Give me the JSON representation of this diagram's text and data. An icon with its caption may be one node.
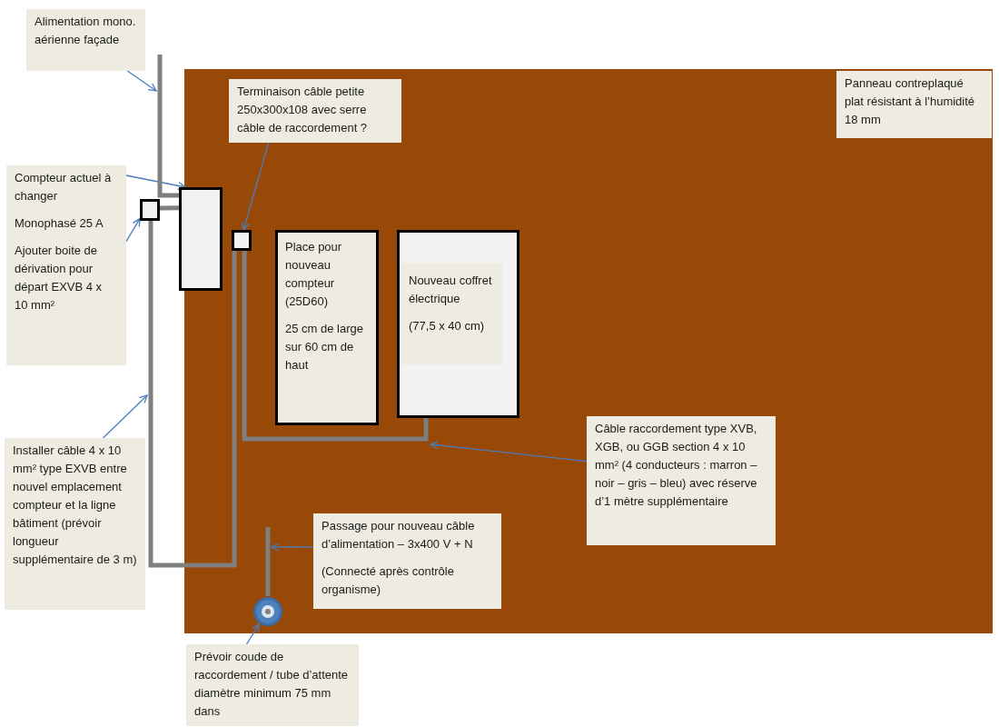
{
  "diagram": {
    "nodes": [
      {
        "text": [
          "Alimentation mono. aérienne façade"
        ]
      },
      {
        "text": [],
        "shape": "box"
      },
      {
        "text": [
          "Terminaison câble petite 250x300x108 avec serre câble de raccordement ?"
        ],
        "in": 1
      },
      {
        "text": [
          "Panneau contreplaqué plat résistant à l’humidité 18 mm"
        ],
        "in": 1
      },
      {
        "text": [
          "Compteur actuel à changer",
          "Monophasé 25 A",
          "Ajouter boite de dérivation pour départ EXVB 4 x 10 mm²"
        ]
      },
      {
        "text": [],
        "shape": "box"
      },
      {
        "text": [],
        "shape": "box"
      },
      {
        "text": [],
        "shape": "box",
        "in": 1
      },
      {
        "text": [
          "Place pour nouveau compteur (25D60)",
          "25 cm de large sur 60 cm de haut"
        ],
        "in": 1
      },
      {
        "text": [
          "Nouveau coffret électrique",
          "(77,5 x 40 cm)"
        ],
        "in": 1
      },
      {
        "text": [
          "Installer câble 4 x 10 mm² type EXVB entre nouvel emplacement compteur et la ligne bâtiment (prévoir longueur supplémentaire de 3 m)"
        ]
      },
      {
        "text": [
          "Câble raccordement type XVB, XGB, ou GGB section 4 x 10 mm² (4 conducteurs : marron – noir – gris – bleu) avec réserve d’1 mètre supplémentaire"
        ],
        "in": 1
      },
      {
        "text": [
          "Passage pour nouveau câble d’alimentation – 3x400 V + N",
          "(Connecté après contrôle organisme)"
        ],
        "in": 1
      },
      {
        "text": [],
        "shape": "circle",
        "in": 1
      },
      {
        "text": [
          "Prévoir coude de raccordement / tube d’attente diamètre minimum 75 mm dans"
        ]
      }
    ],
    "edges": [
      {
        "from": 0,
        "to": null,
        "arrow": "to"
      },
      {
        "from": 4,
        "to": 5,
        "arrow": "to"
      },
      {
        "from": 4,
        "to": 6,
        "arrow": "to"
      },
      {
        "from": 2,
        "to": 7,
        "arrow": "to"
      },
      {
        "from": 10,
        "to": null,
        "arrow": "to"
      },
      {
        "from": 11,
        "to": null,
        "arrow": "to"
      },
      {
        "from": 12,
        "to": null,
        "arrow": "to"
      },
      {
        "from": 14,
        "to": 13,
        "arrow": "to"
      },
      {
        "from": null,
        "to": 5,
        "arrow": "none",
        "style": "thick",
        "color": "#7f7f7f"
      },
      {
        "from": 6,
        "to": 5,
        "arrow": "none",
        "style": "thick",
        "color": "#7f7f7f"
      },
      {
        "from": 6,
        "to": 7,
        "arrow": "none",
        "style": "thick",
        "color": "#7f7f7f"
      },
      {
        "from": 7,
        "to": 9,
        "arrow": "none",
        "style": "thick",
        "color": "#7f7f7f"
      },
      {
        "from": 13,
        "to": null,
        "arrow": "none",
        "style": "thick",
        "color": "#7f7f7f"
      }
    ]
  }
}
